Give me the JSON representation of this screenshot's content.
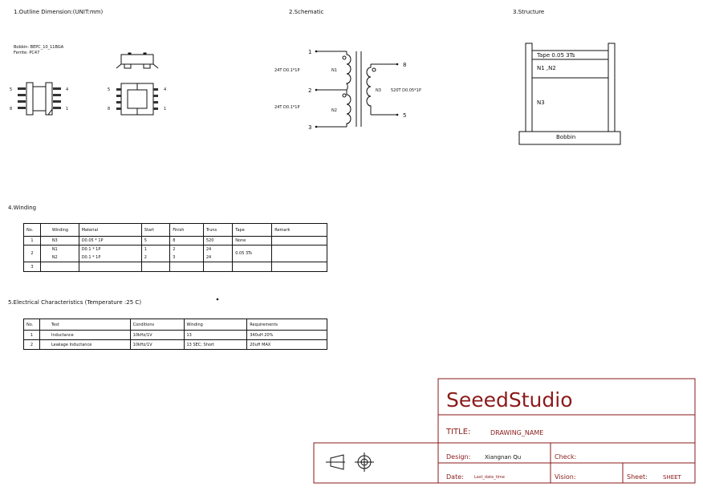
{
  "sections": {
    "outline": "1.Outline Dimension:(UNIT:mm)",
    "schematic": "2.Schematic",
    "structure": "3.Structure",
    "winding": "4.Winding",
    "electrical": "5.Electrical Characteristics (Temperature :25 C)"
  },
  "outline": {
    "bobbin": "Bobbin: BEPC_10_11BGA",
    "ferrite": "Ferrite: PC47",
    "side_pins": {
      "top_left": "5",
      "bottom_left": "8",
      "top_right": "4",
      "bottom_right": "1"
    },
    "bottom_pins": {
      "top_left": "5",
      "bottom_left": "8",
      "top_right": "4",
      "bottom_right": "1"
    }
  },
  "schematic": {
    "pins": {
      "p1": "1",
      "p2": "2",
      "p3": "3",
      "p8": "8",
      "p5": "5"
    },
    "n1_label": "N1",
    "n2_label": "N2",
    "n3_label": "N3",
    "n1_spec": "24T D0.1*1P",
    "n2_spec": "24T D0.1*1P",
    "n3_spec": "520T D0.05*1P"
  },
  "structure": {
    "tape": "Tape 0.05 3Ts",
    "n1n2": "N1 ,N2",
    "n3": "N3",
    "bobbin": "Bobbin"
  },
  "winding_table": {
    "headers": [
      "No.",
      "Winding",
      "Material",
      "Start",
      "Finish",
      "Truns",
      "Tape",
      "Remark"
    ],
    "row1": {
      "no": "1",
      "winding": "N3",
      "material": "D0.05 * 1P",
      "start": "5",
      "finish": "8",
      "turns": "520",
      "tape": "None",
      "remark": ""
    },
    "row2a": {
      "winding": "N1",
      "material": "D0.1 * 1P",
      "start": "1",
      "finish": "2",
      "turns": "24"
    },
    "row2b": {
      "winding": "N2",
      "material": "D0.1 * 1P",
      "start": "2",
      "finish": "3",
      "turns": "24"
    },
    "row2": {
      "no": "2",
      "tape": "0.05 3Ts",
      "remark": ""
    },
    "row3": {
      "no": "3"
    }
  },
  "elec_table": {
    "headers": [
      "No.",
      "Test",
      "Conditions",
      "Winding",
      "Requirements"
    ],
    "row1": {
      "no": "1",
      "test": "Inductance",
      "conditions": "10kHz/1V",
      "winding": "13",
      "req": "340uH 20%"
    },
    "row2": {
      "no": "2",
      "test": "Leakage Inductance",
      "conditions": "10kHz/1V",
      "winding": "13 SEC; Short",
      "req": "20uH MAX"
    }
  },
  "title_block": {
    "company": "SeeedStudio",
    "title_label": "TITLE:",
    "title_value": "DRAWING_NAME",
    "design_label": "Design:",
    "design_value": "Xiangnan Qu",
    "check_label": "Check:",
    "date_label": "Date:",
    "date_value": "Last_date_time",
    "vision_label": "Vision:",
    "sheet_label": "Sheet:",
    "sheet_value": "SHEET"
  },
  "colors": {
    "title_block": "#8b1a1a",
    "lines": "#111111"
  },
  "icons": [
    "projection-symbol-icon",
    "crosshair-target-icon"
  ]
}
